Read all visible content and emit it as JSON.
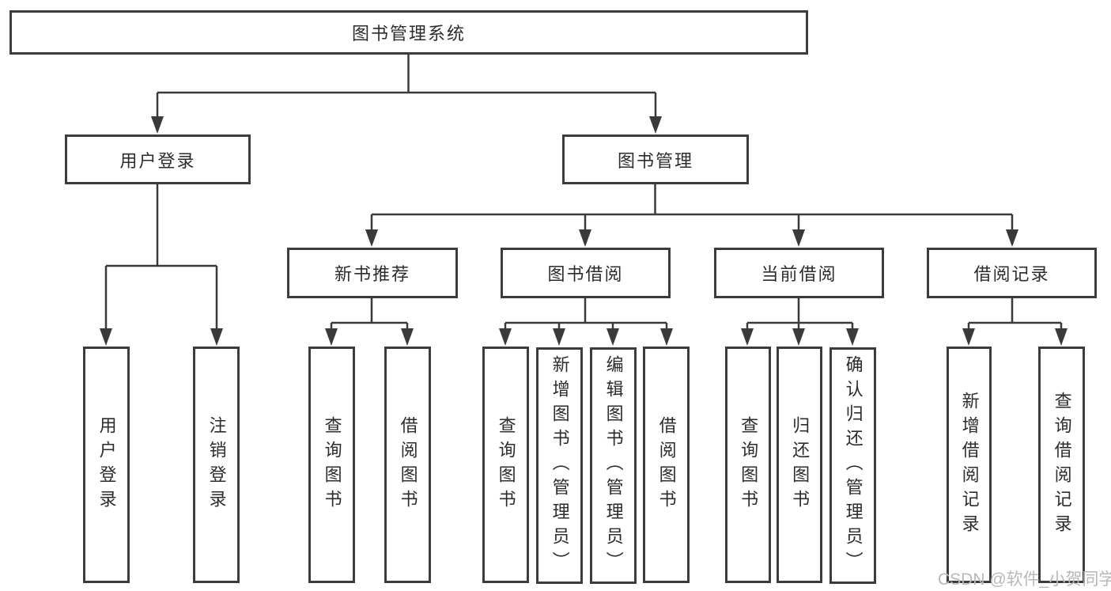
{
  "colors": {
    "line": "#3a3a3a",
    "border": "#3c3c3c",
    "text": "#2c2c2c",
    "watermark_text": "#b6b8bb",
    "background": "#ffffff"
  },
  "watermark": {
    "text": "CSDN @软件_小贺同学"
  },
  "tree": {
    "root": {
      "label": "图书管理系统"
    },
    "user": {
      "label": "用户登录",
      "children": [
        {
          "label": "用户登录"
        },
        {
          "label": "注销登录"
        }
      ]
    },
    "mgmt": {
      "label": "图书管理",
      "groups": [
        {
          "label": "新书推荐",
          "children": [
            {
              "label": "查询图书"
            },
            {
              "label": "借阅图书"
            }
          ]
        },
        {
          "label": "图书借阅",
          "children": [
            {
              "label": "查询图书"
            },
            {
              "label": "新增图书（管理员）"
            },
            {
              "label": "编辑图书（管理员）"
            },
            {
              "label": "借阅图书"
            }
          ]
        },
        {
          "label": "当前借阅",
          "children": [
            {
              "label": "查询图书"
            },
            {
              "label": "归还图书"
            },
            {
              "label": "确认归还（管理员）"
            }
          ]
        },
        {
          "label": "借阅记录",
          "children": [
            {
              "label": "新增借阅记录"
            },
            {
              "label": "查询借阅记录"
            }
          ]
        }
      ]
    }
  }
}
